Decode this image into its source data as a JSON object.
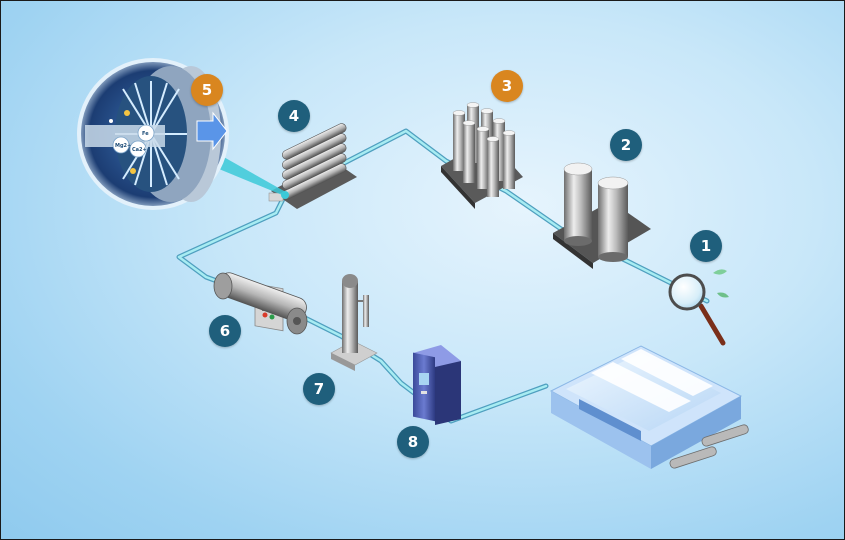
{
  "steps": [
    {
      "number": "1",
      "name": "inspection",
      "color": "#1f5f7c"
    },
    {
      "number": "2",
      "name": "storage-tanks",
      "color": "#1f5f7c"
    },
    {
      "number": "3",
      "name": "filter-cylinders",
      "color": "#d9861f"
    },
    {
      "number": "4",
      "name": "heat-exchanger-coils",
      "color": "#1f5f7c"
    },
    {
      "number": "5",
      "name": "pump-detail",
      "color": "#d9861f"
    },
    {
      "number": "6",
      "name": "motor-pump-skid",
      "color": "#1f5f7c"
    },
    {
      "number": "7",
      "name": "vertical-vessel",
      "color": "#1f5f7c"
    },
    {
      "number": "8",
      "name": "control-cabinet",
      "color": "#1f5f7c"
    }
  ],
  "detail_labels": [
    "Mg2+",
    "Ca2+",
    "Fe"
  ],
  "pipe_color": "#7fd1dd"
}
